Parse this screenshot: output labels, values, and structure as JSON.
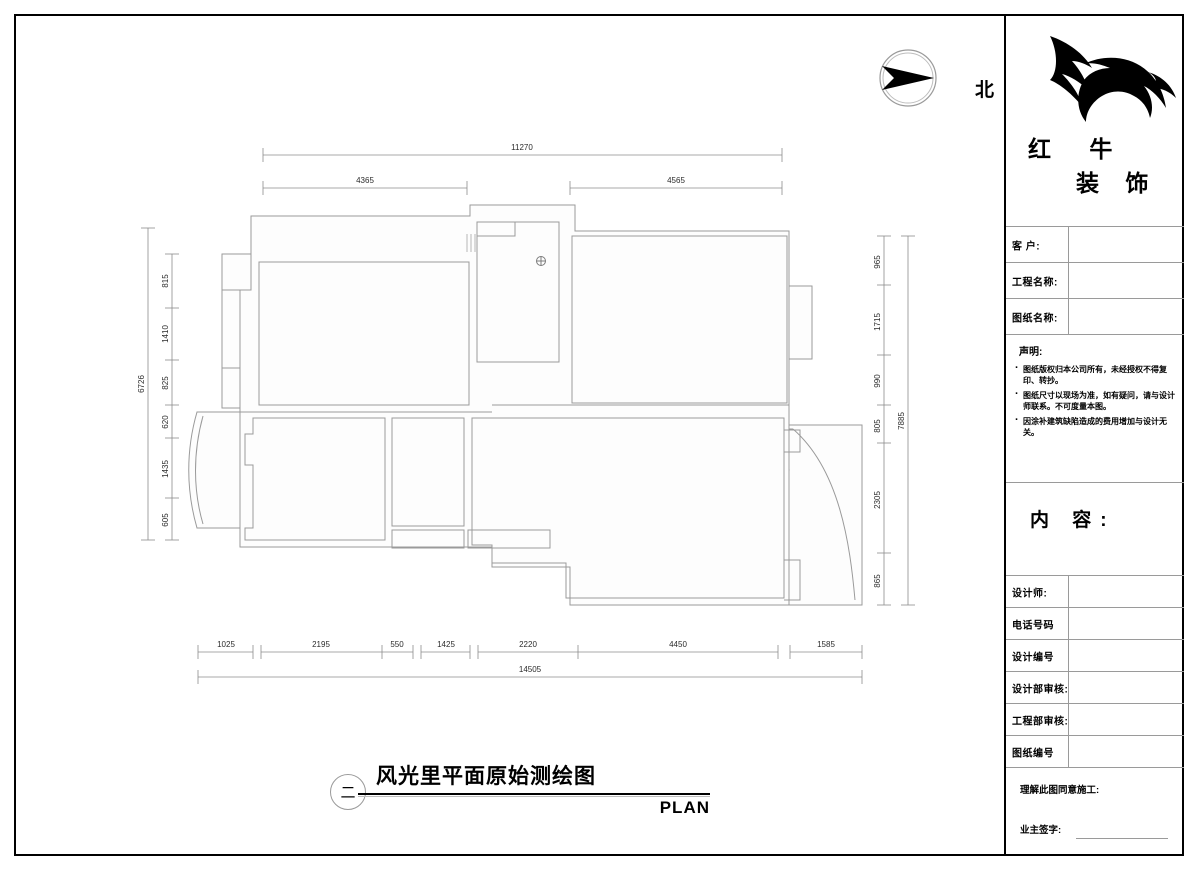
{
  "sheet": {
    "north": {
      "label": "北",
      "icon": "north-arrow-icon"
    },
    "drawing_title": {
      "mark": "二",
      "name": "风光里平面原始测绘图",
      "subtitle": "PLAN"
    }
  },
  "title_block": {
    "logo": {
      "text_line1": "红 牛",
      "text_line2": "装 饰",
      "icon": "bull-horn-logo"
    },
    "fields": [
      {
        "label": "客  户:",
        "value": ""
      },
      {
        "label": "工程名称:",
        "value": ""
      },
      {
        "label": "图纸名称:",
        "value": ""
      }
    ],
    "statement": {
      "title": "声明:",
      "items": [
        "图纸版权归本公司所有，未经授权不得复印、转抄。",
        "图纸尺寸以现场为准，如有疑问，请与设计师联系。不可度量本图。",
        "因涂补建筑缺陷造成的费用增加与设计无关。"
      ]
    },
    "content_label": "内 容:",
    "approval_fields": [
      {
        "label": "设计师:",
        "value": ""
      },
      {
        "label": "电话号码",
        "value": ""
      },
      {
        "label": "设计编号",
        "value": ""
      },
      {
        "label": "设计部审核:",
        "value": ""
      },
      {
        "label": "工程部审核:",
        "value": ""
      },
      {
        "label": "图纸编号",
        "value": ""
      }
    ],
    "signature": {
      "note": "理解此图同意施工:",
      "label": "业主签字:",
      "value": ""
    }
  },
  "chart_data": {
    "type": "table",
    "title": "风光里平面原始测绘图",
    "dimension_chains": [
      {
        "name": "top-overall",
        "orientation": "horizontal",
        "position": "top",
        "values": [
          11270
        ]
      },
      {
        "name": "top-segments",
        "orientation": "horizontal",
        "position": "top",
        "values": [
          4365,
          4565
        ]
      },
      {
        "name": "left-segments",
        "orientation": "vertical",
        "position": "left",
        "values": [
          815,
          1410,
          825,
          620,
          1435,
          605
        ]
      },
      {
        "name": "left-overall",
        "orientation": "vertical",
        "position": "left",
        "values": [
          6726
        ]
      },
      {
        "name": "right-segments",
        "orientation": "vertical",
        "position": "right",
        "values": [
          965,
          1715,
          990,
          805,
          2305,
          865
        ]
      },
      {
        "name": "right-overall",
        "orientation": "vertical",
        "position": "right",
        "values": [
          7885
        ]
      },
      {
        "name": "bottom-segments",
        "orientation": "horizontal",
        "position": "bottom",
        "values": [
          1025,
          2195,
          550,
          1425,
          2220,
          4450,
          1585
        ]
      },
      {
        "name": "bottom-overall",
        "orientation": "horizontal",
        "position": "bottom",
        "values": [
          14505
        ]
      }
    ],
    "units": "mm"
  },
  "dims": {
    "top_overall": "11270",
    "top_a": "4365",
    "top_b": "4565",
    "left_1": "815",
    "left_2": "1410",
    "left_3": "825",
    "left_4": "620",
    "left_5": "1435",
    "left_6": "605",
    "left_overall": "6726",
    "right_1": "965",
    "right_2": "1715",
    "right_3": "990",
    "right_4": "805",
    "right_5": "2305",
    "right_6": "865",
    "right_overall": "7885",
    "bot_1": "1025",
    "bot_2": "2195",
    "bot_3": "550",
    "bot_4": "1425",
    "bot_5": "2220",
    "bot_6": "4450",
    "bot_7": "1585",
    "bot_overall": "14505"
  }
}
